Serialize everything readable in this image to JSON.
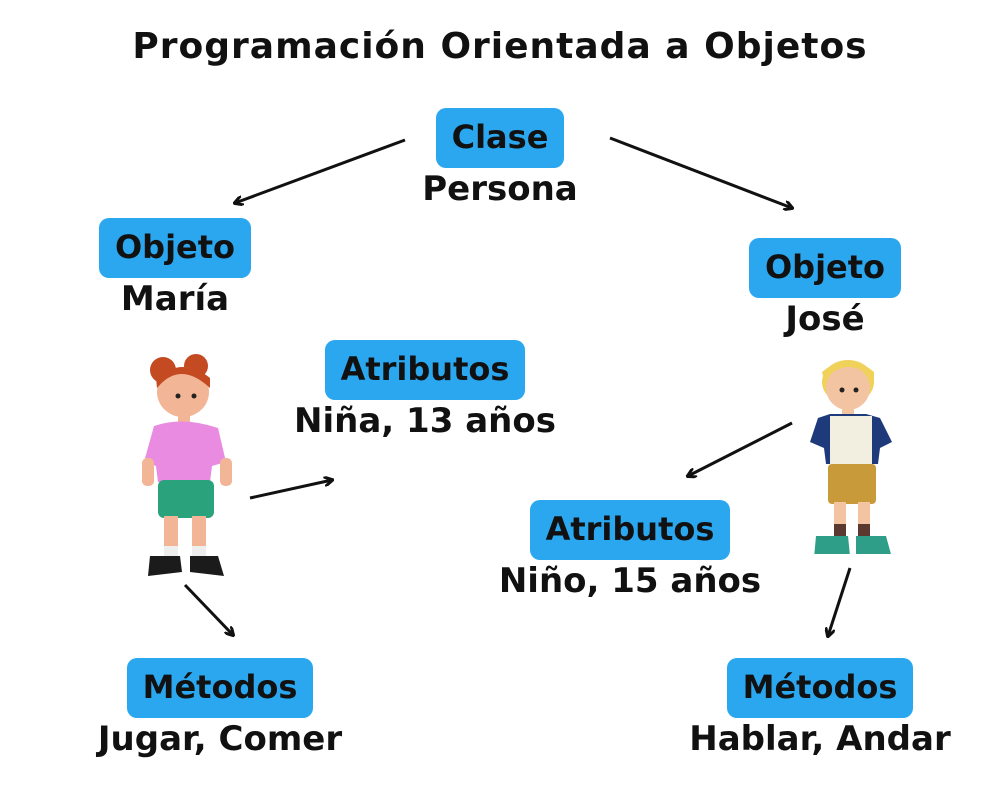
{
  "title": "Programación Orientada a Objetos",
  "class_node": {
    "label": "Clase",
    "value": "Persona"
  },
  "object_left": {
    "label": "Objeto",
    "value": "María"
  },
  "object_right": {
    "label": "Objeto",
    "value": "José"
  },
  "attributes_left": {
    "label": "Atributos",
    "value": "Niña, 13 años"
  },
  "attributes_right": {
    "label": "Atributos",
    "value": "Niño, 15 años"
  },
  "methods_left": {
    "label": "Métodos",
    "value": "Jugar, Comer"
  },
  "methods_right": {
    "label": "Métodos",
    "value": "Hablar, Andar"
  },
  "colors": {
    "chip": "#2aa7ef",
    "text": "#111111"
  }
}
